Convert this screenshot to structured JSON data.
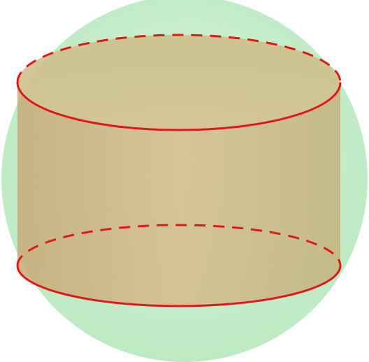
{
  "figure": {
    "description_kind": "cylinder inscribed in sphere",
    "colors": {
      "sphere_fill": "#c8f0cc",
      "sphere_edge": "#bfeac4",
      "cylinder_fill": "#cdb07a",
      "edge": "#e01818"
    },
    "edges": {
      "top_front": "solid",
      "top_back": "dashed",
      "bottom_front": "solid",
      "bottom_back": "dashed"
    }
  }
}
